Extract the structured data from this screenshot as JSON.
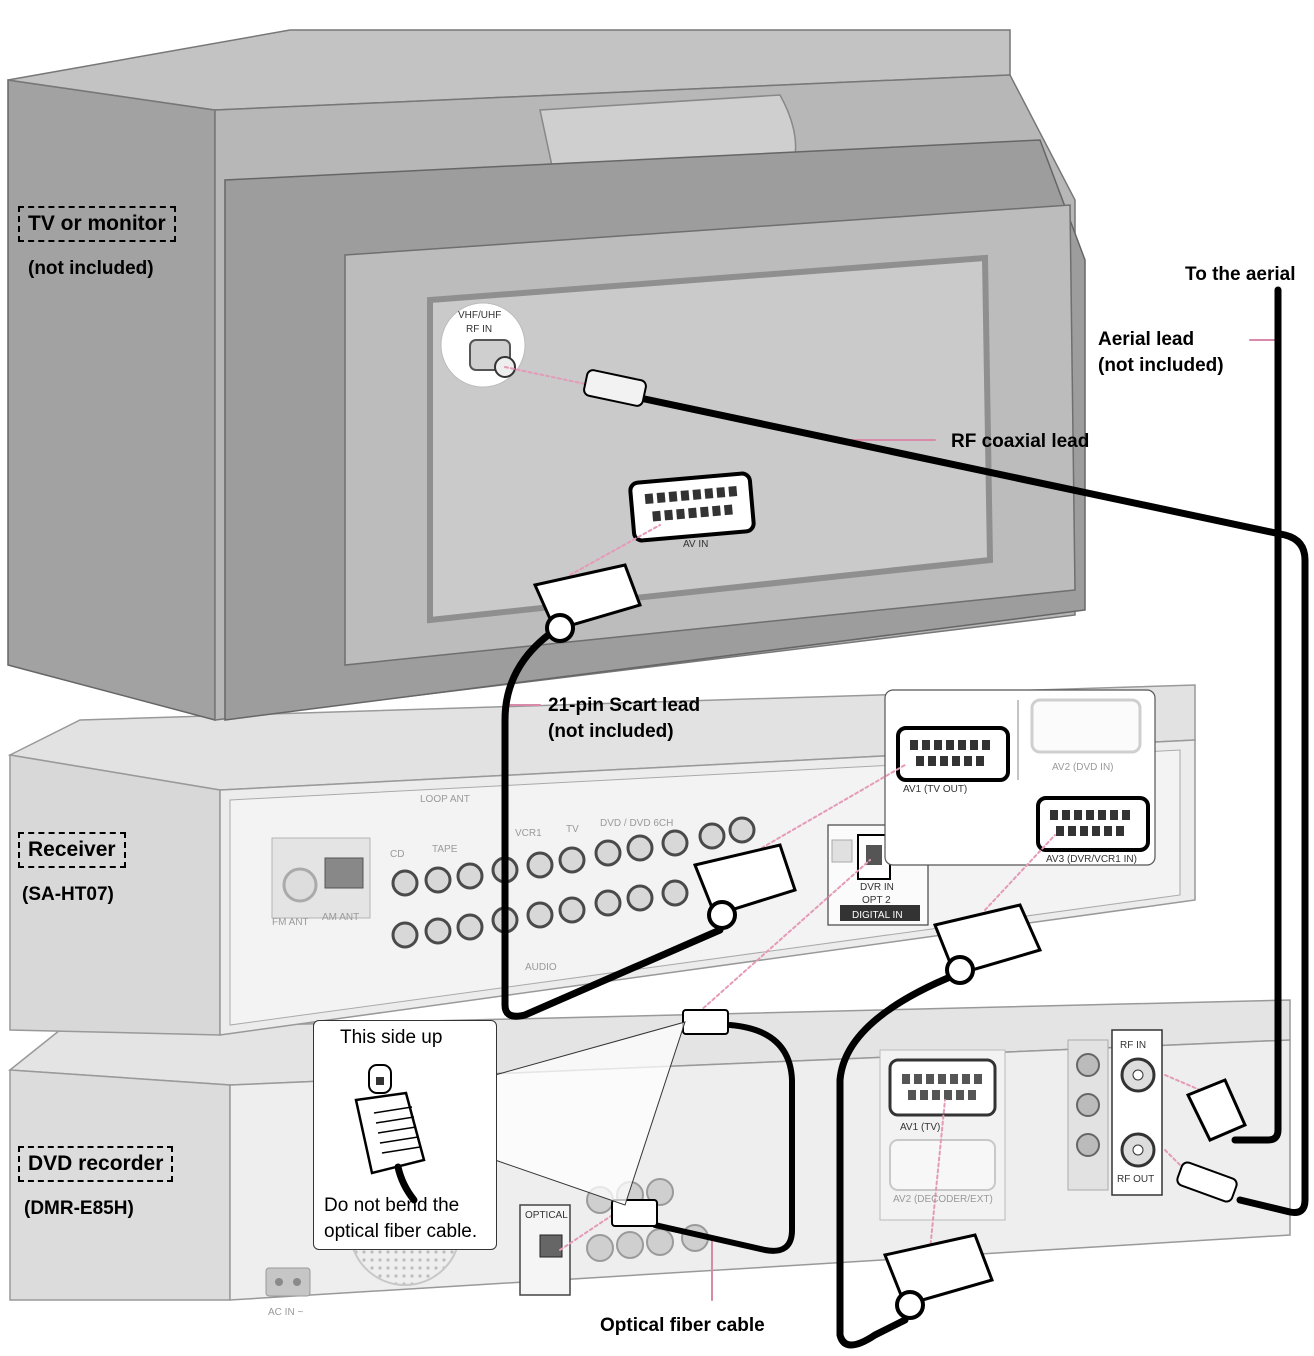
{
  "devices": {
    "tv": {
      "name": "TV or monitor",
      "note": "(not included)"
    },
    "receiver": {
      "name": "Receiver",
      "model": "(SA-HT07)"
    },
    "dvd": {
      "name": "DVD recorder",
      "model": "(DMR-E85H)"
    }
  },
  "cables": {
    "aerial_dest": "To the aerial",
    "aerial_lead": "Aerial lead",
    "aerial_note": "(not included)",
    "rf_coax": "RF coaxial lead",
    "scart": "21-pin Scart lead",
    "scart_note": "(not included)",
    "optical": "Optical fiber cable"
  },
  "callout": {
    "top": "This side up",
    "bottom_line1": "Do not bend the",
    "bottom_line2": "optical fiber cable."
  },
  "jack_labels": {
    "tv_rf_in_1": "VHF/UHF",
    "tv_rf_in_2": "RF IN",
    "tv_av_in": "AV IN",
    "rx_av1": "AV1 (TV OUT)",
    "rx_av2": "AV2 (DVD IN)",
    "rx_av3": "AV3 (DVR/VCR1 IN)",
    "rx_dvr_in": "DVR IN",
    "rx_opt2": "OPT 2",
    "rx_digital_in": "DIGITAL IN",
    "rx_loop_ant": "LOOP ANT",
    "rx_fm_ant": "FM ANT",
    "rx_am_ant": "AM ANT",
    "rx_cd": "CD",
    "rx_tape": "TAPE",
    "rx_tv": "TV",
    "rx_dvd": "DVD / DVD 6CH",
    "rx_vcr": "VCR1",
    "rx_audio": "AUDIO",
    "dvd_rf_in": "RF IN",
    "dvd_rf_out": "RF OUT",
    "dvd_av1": "AV1 (TV)",
    "dvd_av2": "AV2 (DECODER/EXT)",
    "dvd_optical": "OPTICAL",
    "dvd_ac_in": "AC IN ~"
  }
}
